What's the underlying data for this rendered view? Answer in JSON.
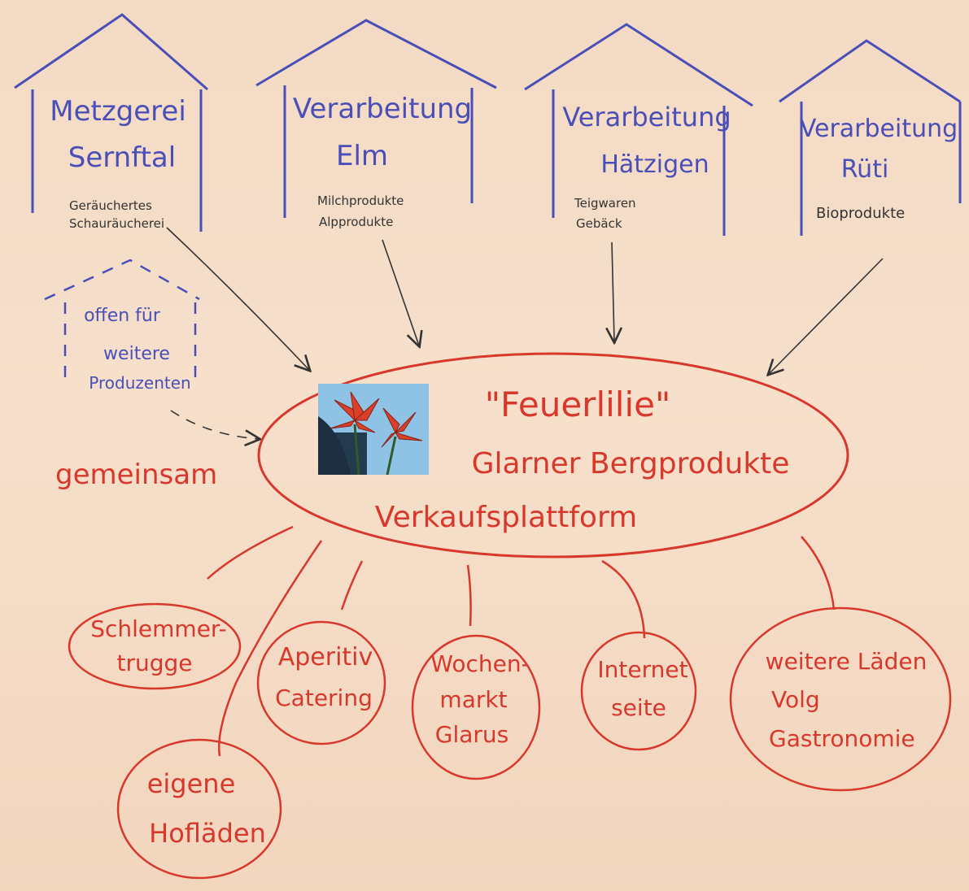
{
  "producers": [
    {
      "title1": "Metzgerei",
      "title2": "Sernftal",
      "note1": "Geräuchertes",
      "note2": "Schauräucherei"
    },
    {
      "title1": "Verarbeitung",
      "title2": "Elm",
      "note1": "Milchprodukte",
      "note2": "Alpprodukte"
    },
    {
      "title1": "Verarbeitung",
      "title2": "Hätzigen",
      "note1": "Teigwaren",
      "note2": "Gebäck"
    },
    {
      "title1": "Verarbeitung",
      "title2": "Rüti",
      "note1": "Bioprodukte",
      "note2": ""
    }
  ],
  "open_house": {
    "line1": "offen für",
    "line2": "weitere",
    "line3": "Produzenten"
  },
  "gemeinsam": "gemeinsam",
  "center": {
    "line1": "\"Feuerlilie\"",
    "line2": "Glarner Bergprodukte",
    "line3": "Verkaufsplattform"
  },
  "outlets": [
    {
      "line1": "Schlemmer-",
      "line2": "trugge",
      "line3": ""
    },
    {
      "line1": "Aperitiv",
      "line2": "Catering",
      "line3": ""
    },
    {
      "line1": "Wochen-",
      "line2": "markt",
      "line3": "Glarus"
    },
    {
      "line1": "Internet",
      "line2": "seite",
      "line3": ""
    },
    {
      "line1": "weitere Läden",
      "line2": "Volg",
      "line3": "Gastronomie"
    },
    {
      "line1": "eigene",
      "line2": "Hofläden",
      "line3": ""
    }
  ],
  "colors": {
    "paper": "#f4dcc6",
    "producer_ink": "#4a4fb8",
    "platform_ink": "#d8382c"
  }
}
